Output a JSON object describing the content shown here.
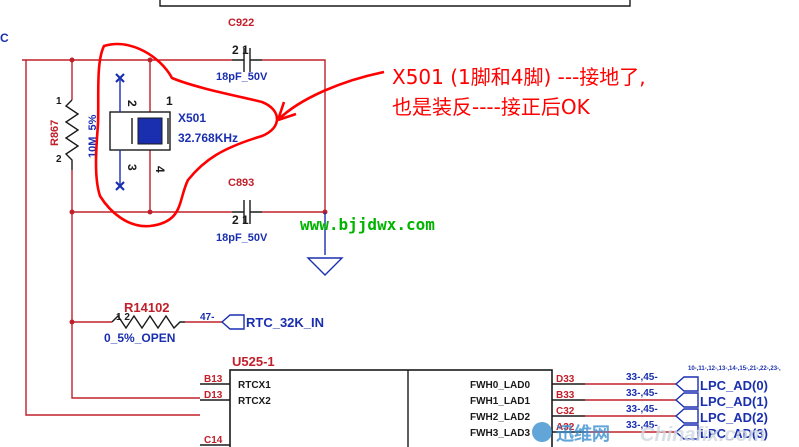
{
  "schematic": {
    "corner_label": "C",
    "c922": {
      "ref": "C922",
      "pins": "2  1",
      "value": "18pF_50V"
    },
    "c893": {
      "ref": "C893",
      "pins": "2  1",
      "value": "18pF_50V"
    },
    "x501": {
      "ref": "X501",
      "value": "32.768KHz",
      "pin1": "1",
      "pin2": "2",
      "pin3": "3",
      "pin4": "4"
    },
    "r867": {
      "ref": "R867",
      "value": "10M_5%",
      "pin1": "1",
      "pin2": "2"
    },
    "r14102": {
      "ref": "R14102",
      "pins": "1    2",
      "value": "0_5%_OPEN"
    },
    "rtc": {
      "net_num": "47-",
      "label": "RTC_32K_IN"
    },
    "u525": {
      "ref": "U525-1",
      "left_pins": [
        {
          "num": "B13",
          "name": "RTCX1"
        },
        {
          "num": "D13",
          "name": "RTCX2"
        },
        {
          "num": "C14",
          "name": ""
        }
      ],
      "right_pins": [
        {
          "name": "FWH0_LAD0",
          "num": "D33",
          "net_num": "33-,45-",
          "net": "LPC_AD(0)"
        },
        {
          "name": "FWH1_LAD1",
          "num": "B33",
          "net_num": "33-,45-",
          "net": "LPC_AD(1)"
        },
        {
          "name": "FWH2_LAD2",
          "num": "C32",
          "net_num": "33-,45-",
          "net": "LPC_AD(2)"
        },
        {
          "name": "FWH3_LAD3",
          "num": "A32",
          "net_num": "33-,45-",
          "net": "LPC_AD(3)"
        }
      ],
      "bus_ref": "10-,11-,12-,13-,14-,15-,21-,22-,23-,"
    }
  },
  "annotation": {
    "line1": "X501 (1脚和4脚) ---接地了,",
    "line2": "也是装反----接正后OK"
  },
  "watermark": {
    "url": "www.bjjdwx.com",
    "logo": "迅维网",
    "site": "Chinafix.com"
  },
  "colors": {
    "wire": "#c0202a",
    "component_value": "#1a2fb0",
    "annotation": "#ff0000",
    "watermark": "#00b400"
  }
}
